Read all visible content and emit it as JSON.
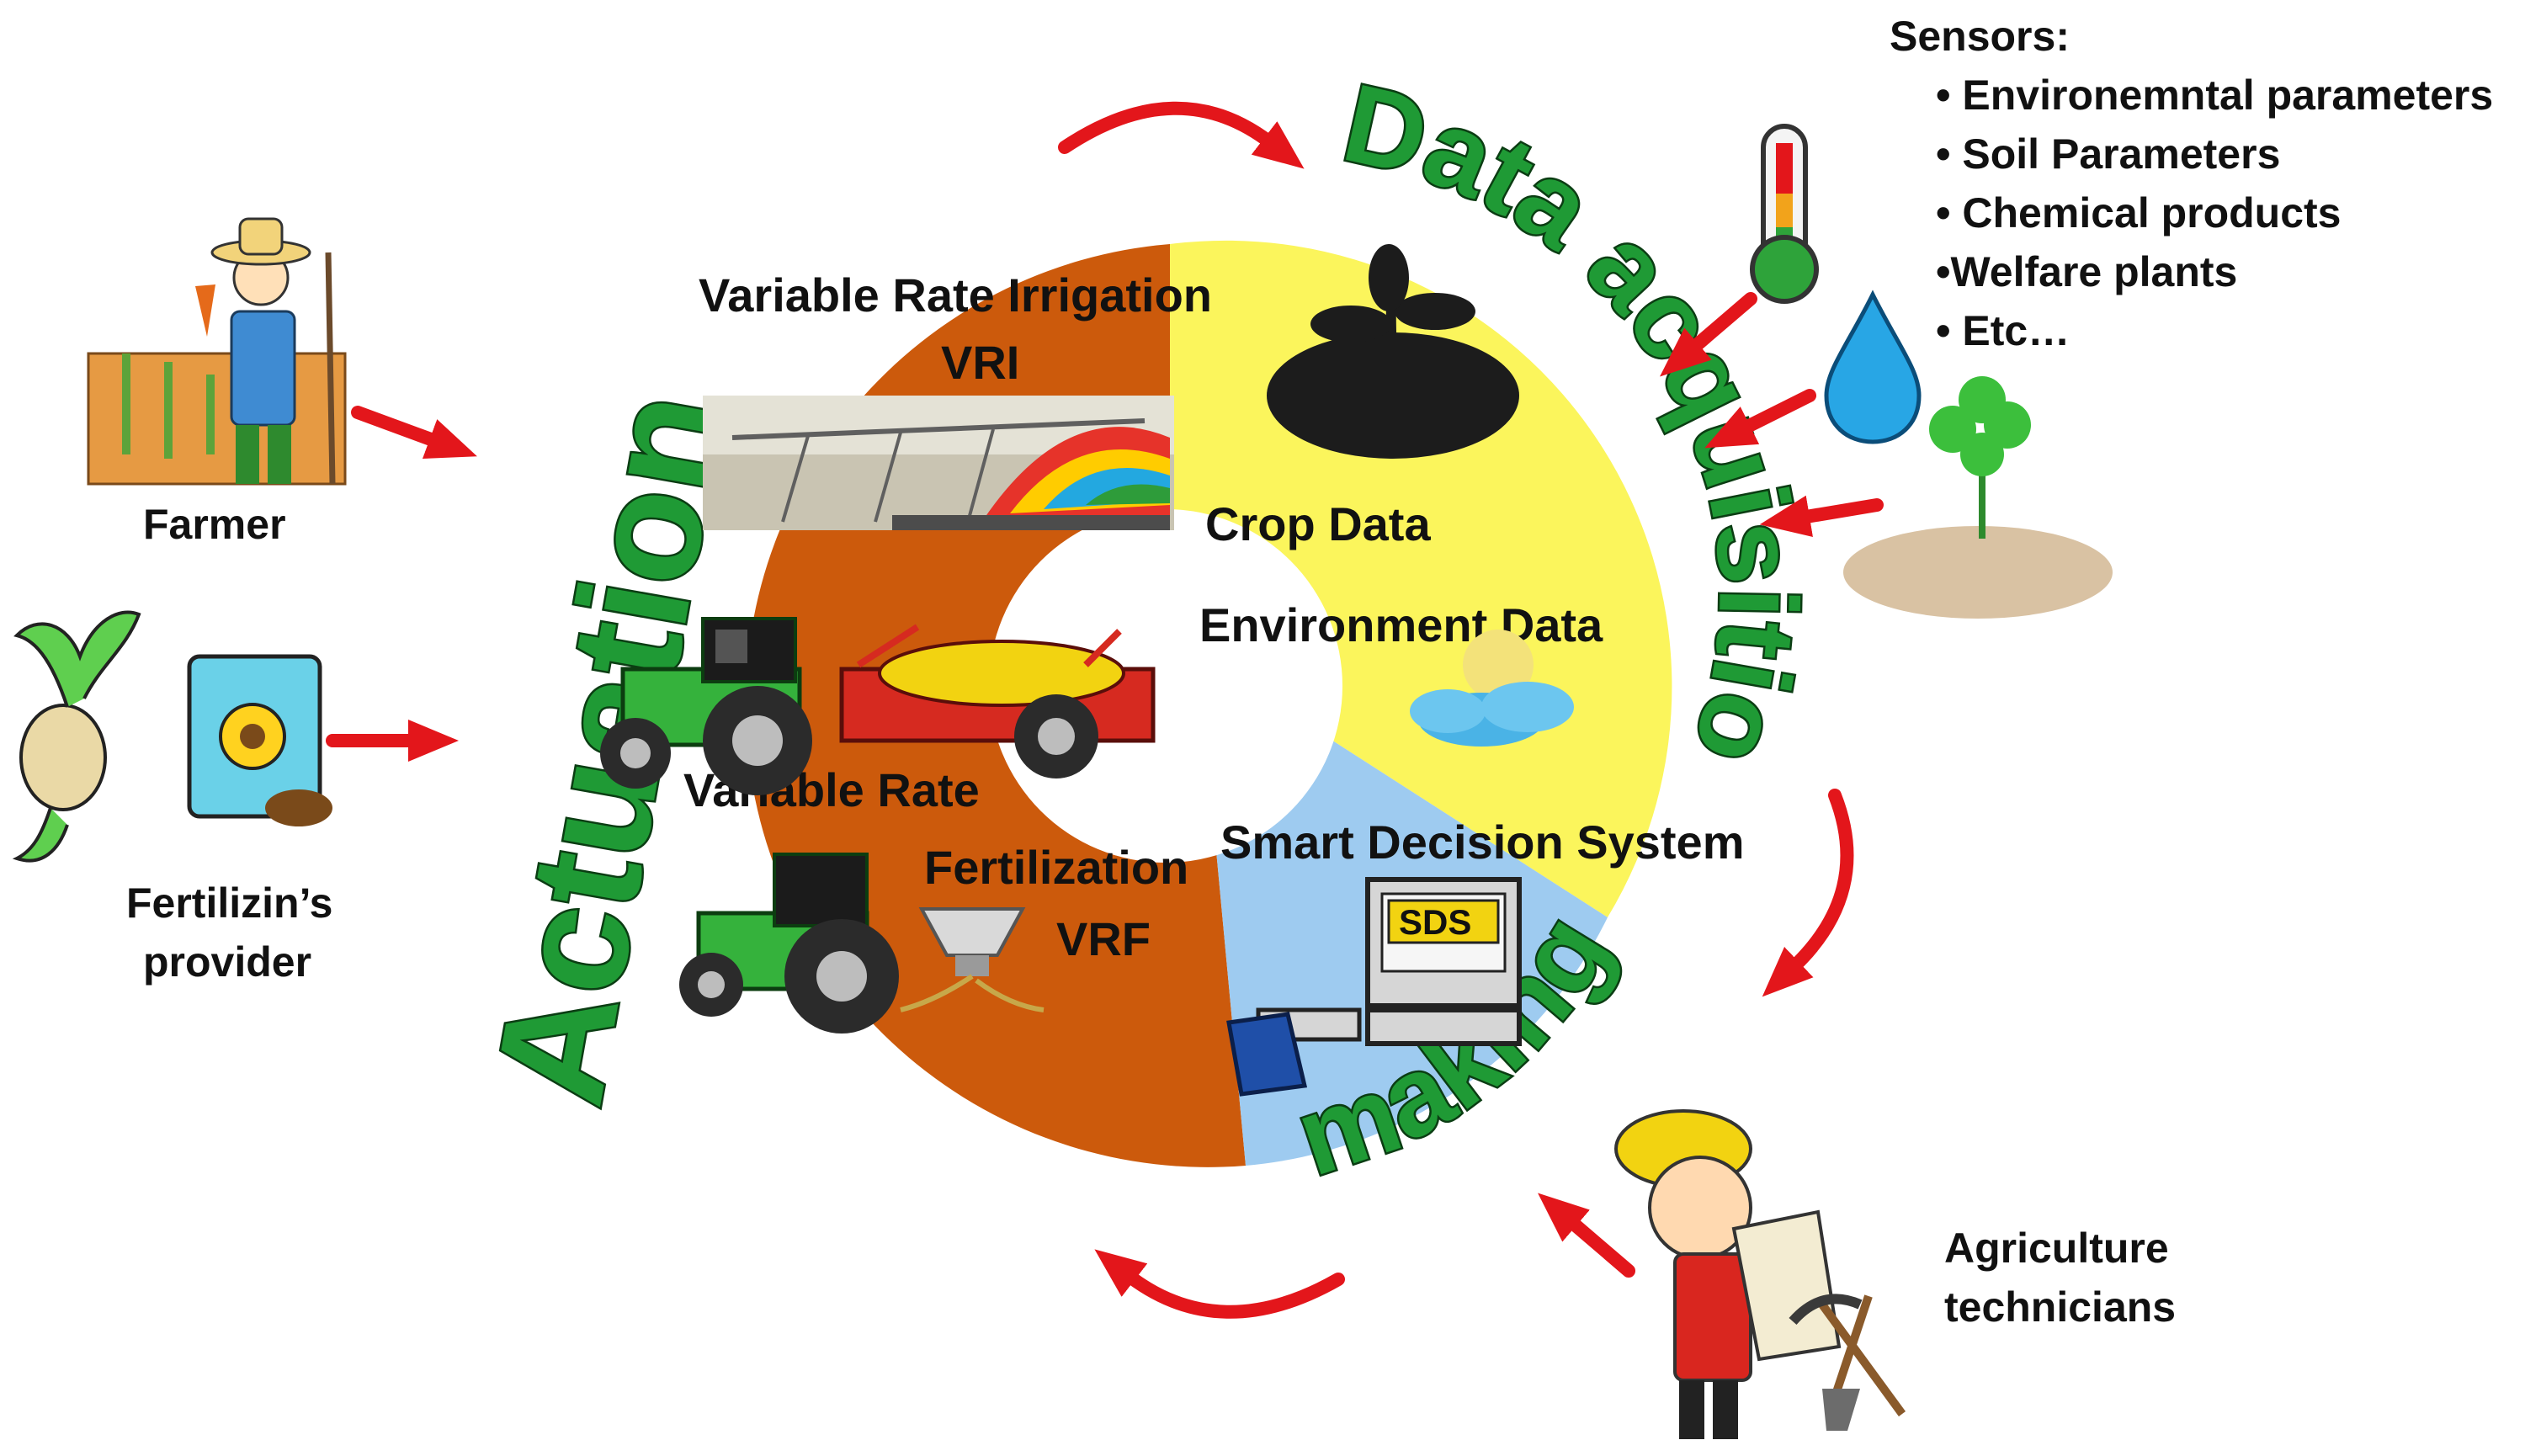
{
  "colors": {
    "orange": "#cc5a0c",
    "yellow": "#fbf55c",
    "lightblue": "#9ecbf0",
    "arrow": "#e3161b",
    "cycle_text": "#1f9a35",
    "cycle_text_outline": "#0b3d13"
  },
  "cycle": {
    "actuation": "Actuation",
    "data_acquisition": "Data acquisition",
    "making": "making"
  },
  "ring": {
    "vri_line1": "Variable Rate Irrigation",
    "vri_line2": "VRI",
    "vrf_line1": "Variable Rate",
    "vrf_line2": "Fertilization",
    "vrf_line3": "VRF",
    "crop_data": "Crop Data",
    "environment_data": "Environment Data",
    "smart_decision_system": "Smart Decision System",
    "sds_badge": "SDS"
  },
  "actors": {
    "farmer": "Farmer",
    "fertilizer_provider_line1": "Fertilizin’s",
    "fertilizer_provider_line2": "provider",
    "technicians_line1": "Agriculture",
    "technicians_line2": "technicians"
  },
  "sensors": {
    "title": "Sensors:",
    "items": [
      "• Environemntal parameters",
      "• Soil Parameters",
      "• Chemical products",
      "•Welfare plants",
      "• Etc…"
    ]
  },
  "icons": [
    "farmer-icon",
    "seed-icon",
    "fertilizer-bag-icon",
    "thermometer-icon",
    "water-drop-icon",
    "plant-soil-icon",
    "technician-icon",
    "shovel-pickaxe-icon",
    "tractor-icon",
    "sprayer-icon",
    "spreader-icon",
    "irrigation-icon",
    "plant-icon",
    "cloud-sun-icon",
    "computer-icon"
  ]
}
